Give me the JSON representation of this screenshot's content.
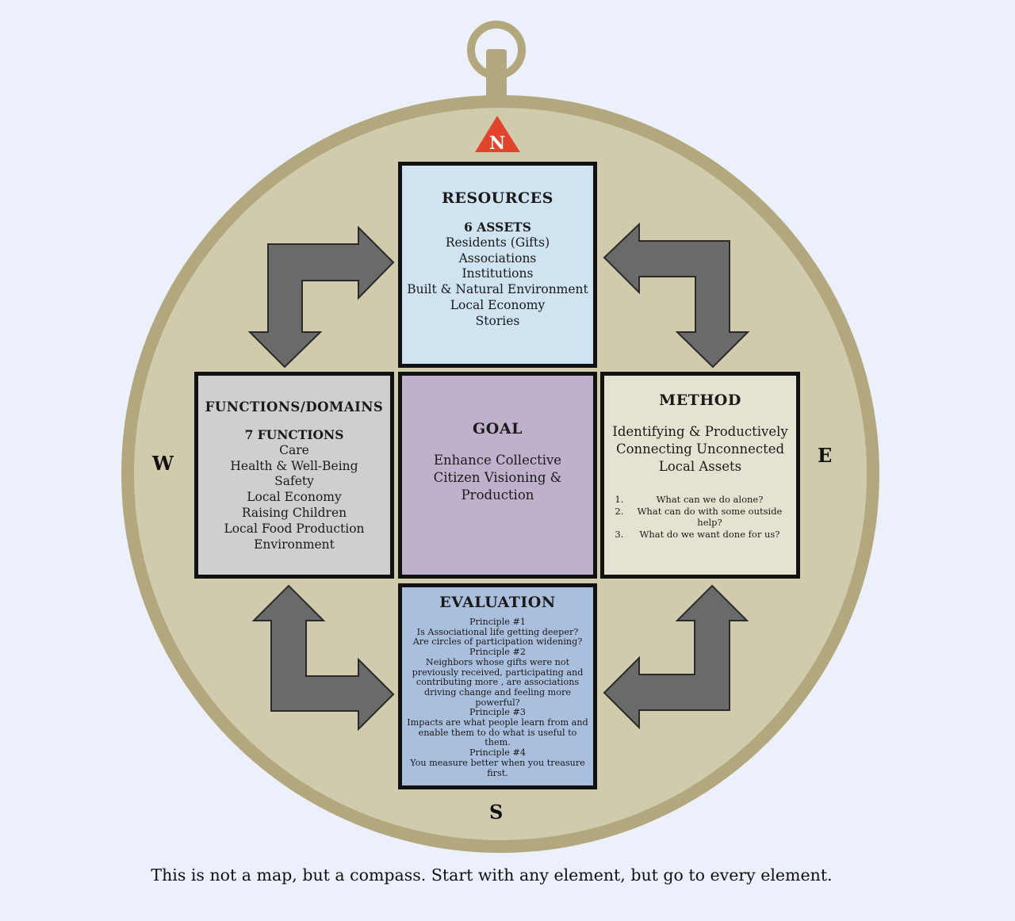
{
  "compass": {
    "north": "N",
    "south": "S",
    "east": "E",
    "west": "W"
  },
  "resources": {
    "title": "RESOURCES",
    "subtitle": "6 ASSETS",
    "items": [
      "Residents (Gifts)",
      "Associations",
      "Institutions",
      "Built & Natural Environment",
      "Local Economy",
      "Stories"
    ]
  },
  "functions": {
    "title": "FUNCTIONS/DOMAINS",
    "subtitle": "7 FUNCTIONS",
    "items": [
      "Care",
      "Health & Well-Being",
      "Safety",
      "Local Economy",
      "Raising Children",
      "Local Food Production",
      "Environment"
    ]
  },
  "goal": {
    "title": "GOAL",
    "lines": [
      "Enhance Collective",
      "Citizen Visioning &",
      "Production"
    ]
  },
  "method": {
    "title": "METHOD",
    "lines": [
      "Identifying & Productively",
      "Connecting Unconnected",
      "Local Assets"
    ],
    "questions": [
      "What can we do alone?",
      "What can do with some outside help?",
      "What do we want done for us?"
    ]
  },
  "evaluation": {
    "title": "EVALUATION",
    "lines": [
      "Principle #1",
      "Is Associational life getting deeper?",
      "Are circles of participation widening?",
      "Principle #2",
      "Neighbors whose gifts were not previously received, participating and contributing more , are associations driving change and feeling more powerful?",
      "Principle #3",
      "Impacts are what people learn from and enable them to do what is useful to them.",
      "Principle #4",
      "You measure better when you treasure first."
    ]
  },
  "caption": "This is not a map, but a compass. Start with any element, but go to every element.",
  "colors": {
    "background": "#ecf0fb",
    "compass_ring": "#b3a87d",
    "compass_face": "#d1cbad",
    "arrow": "#6a6a6a",
    "north_marker": "#e2432b",
    "resources": "#cfe3f1",
    "functions": "#cfcfcf",
    "goal": "#bfb1cc",
    "method": "#e6e2d1",
    "evaluation": "#aabfdd"
  }
}
